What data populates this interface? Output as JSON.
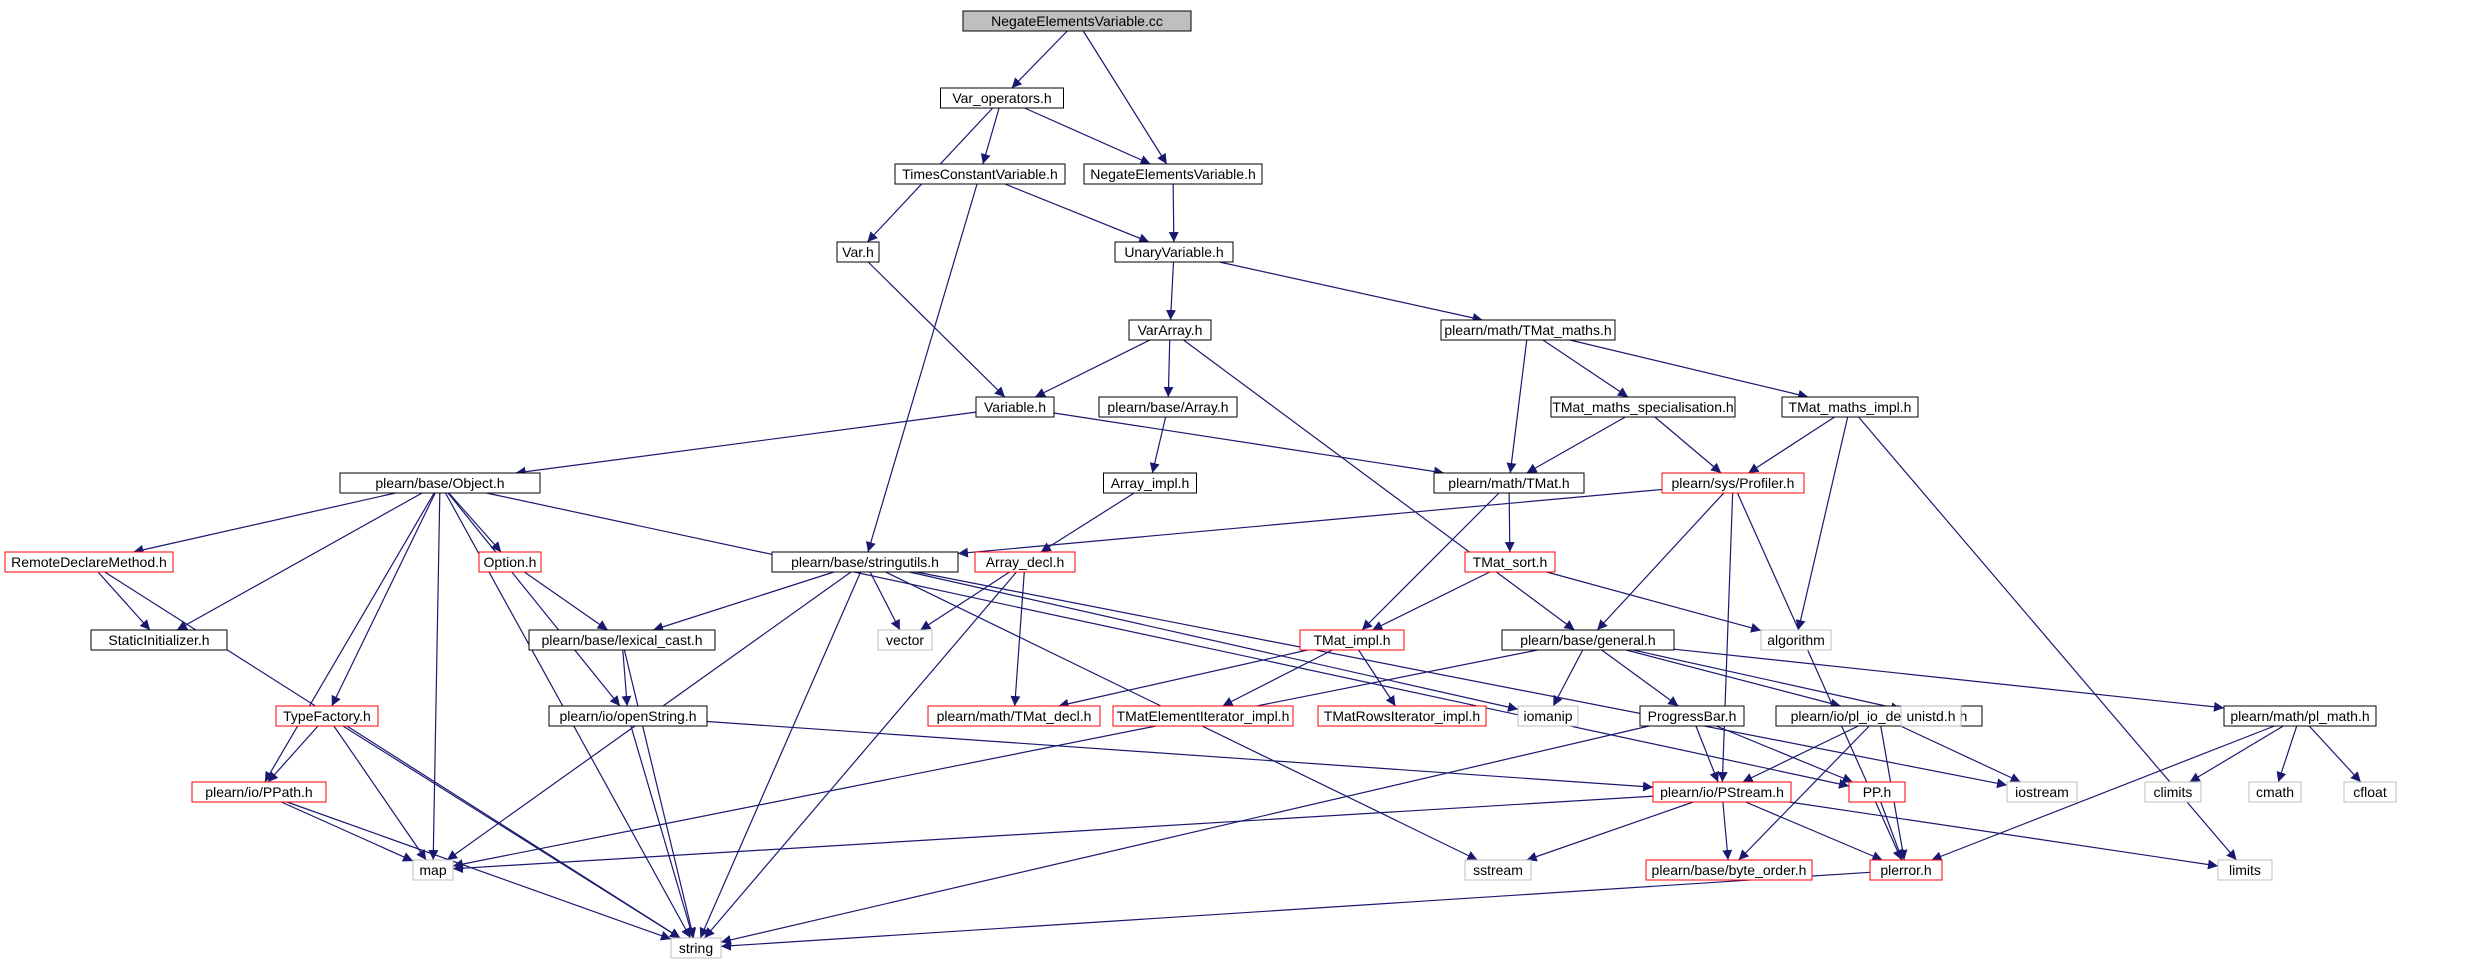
{
  "colors": {
    "edge": "#191970",
    "border_black": "#000000",
    "border_red": "#ff0000",
    "border_gray": "#bfbfbf",
    "root_fill": "#bfbfbf",
    "fill": "#ffffff",
    "text": "#000000"
  },
  "nodes": [
    {
      "id": "root",
      "label": "NegateElementsVariable.cc",
      "style": "root"
    },
    {
      "id": "varops",
      "label": "Var_operators.h",
      "style": "black"
    },
    {
      "id": "negh",
      "label": "NegateElementsVariable.h",
      "style": "black"
    },
    {
      "id": "timesconst",
      "label": "TimesConstantVariable.h",
      "style": "black"
    },
    {
      "id": "varh",
      "label": "Var.h",
      "style": "black"
    },
    {
      "id": "unary",
      "label": "UnaryVariable.h",
      "style": "black"
    },
    {
      "id": "vararray",
      "label": "VarArray.h",
      "style": "black"
    },
    {
      "id": "tmatmaths",
      "label": "plearn/math/TMat_maths.h",
      "style": "black"
    },
    {
      "id": "variable",
      "label": "Variable.h",
      "style": "black"
    },
    {
      "id": "basearray",
      "label": "plearn/base/Array.h",
      "style": "black"
    },
    {
      "id": "tmatspec",
      "label": "TMat_maths_specialisation.h",
      "style": "black"
    },
    {
      "id": "tmatimpl",
      "label": "TMat_maths_impl.h",
      "style": "black"
    },
    {
      "id": "object",
      "label": "plearn/base/Object.h",
      "style": "black"
    },
    {
      "id": "arrayimpl",
      "label": "Array_impl.h",
      "style": "black"
    },
    {
      "id": "tmath",
      "label": "plearn/math/TMat.h",
      "style": "black"
    },
    {
      "id": "profiler",
      "label": "plearn/sys/Profiler.h",
      "style": "red"
    },
    {
      "id": "remote",
      "label": "RemoteDeclareMethod.h",
      "style": "red"
    },
    {
      "id": "option",
      "label": "Option.h",
      "style": "red"
    },
    {
      "id": "stringutils",
      "label": "plearn/base/stringutils.h",
      "style": "black"
    },
    {
      "id": "arraydecl",
      "label": "Array_decl.h",
      "style": "red"
    },
    {
      "id": "tmatsort",
      "label": "TMat_sort.h",
      "style": "red"
    },
    {
      "id": "staticinit",
      "label": "StaticInitializer.h",
      "style": "black"
    },
    {
      "id": "lexical",
      "label": "plearn/base/lexical_cast.h",
      "style": "black"
    },
    {
      "id": "vector",
      "label": "vector",
      "style": "gray"
    },
    {
      "id": "general",
      "label": "plearn/base/general.h",
      "style": "black"
    },
    {
      "id": "algorithm",
      "label": "algorithm",
      "style": "gray"
    },
    {
      "id": "tmatimplh",
      "label": "TMat_impl.h",
      "style": "red"
    },
    {
      "id": "typefactory",
      "label": "TypeFactory.h",
      "style": "red"
    },
    {
      "id": "openstring",
      "label": "plearn/io/openString.h",
      "style": "black"
    },
    {
      "id": "tmatdecl",
      "label": "plearn/math/TMat_decl.h",
      "style": "red"
    },
    {
      "id": "tmatelem",
      "label": "TMatElementIterator_impl.h",
      "style": "red"
    },
    {
      "id": "tmatrows",
      "label": "TMatRowsIterator_impl.h",
      "style": "red"
    },
    {
      "id": "iomanip",
      "label": "iomanip",
      "style": "gray"
    },
    {
      "id": "progress",
      "label": "ProgressBar.h",
      "style": "black"
    },
    {
      "id": "pliodep",
      "label": "plearn/io/pl_io_deprecated.h",
      "style": "black"
    },
    {
      "id": "unistd",
      "label": "unistd.h",
      "style": "gray"
    },
    {
      "id": "plmath",
      "label": "plearn/math/pl_math.h",
      "style": "black"
    },
    {
      "id": "ppath",
      "label": "plearn/io/PPath.h",
      "style": "red"
    },
    {
      "id": "pstream",
      "label": "plearn/io/PStream.h",
      "style": "red"
    },
    {
      "id": "pph",
      "label": "PP.h",
      "style": "red"
    },
    {
      "id": "iostream",
      "label": "iostream",
      "style": "gray"
    },
    {
      "id": "climits",
      "label": "climits",
      "style": "gray"
    },
    {
      "id": "cmath",
      "label": "cmath",
      "style": "gray"
    },
    {
      "id": "cfloat",
      "label": "cfloat",
      "style": "gray"
    },
    {
      "id": "map",
      "label": "map",
      "style": "gray"
    },
    {
      "id": "sstream",
      "label": "sstream",
      "style": "gray"
    },
    {
      "id": "byteorder",
      "label": "plearn/base/byte_order.h",
      "style": "red"
    },
    {
      "id": "plerror",
      "label": "plerror.h",
      "style": "red"
    },
    {
      "id": "limits",
      "label": "limits",
      "style": "gray"
    },
    {
      "id": "string",
      "label": "string",
      "style": "gray"
    }
  ],
  "edges": [
    [
      "root",
      "varops"
    ],
    [
      "root",
      "negh"
    ],
    [
      "varops",
      "varh"
    ],
    [
      "varops",
      "timesconst"
    ],
    [
      "varops",
      "negh"
    ],
    [
      "negh",
      "unary"
    ],
    [
      "timesconst",
      "unary"
    ],
    [
      "timesconst",
      "stringutils"
    ],
    [
      "varh",
      "variable"
    ],
    [
      "unary",
      "vararray"
    ],
    [
      "unary",
      "tmatmaths"
    ],
    [
      "vararray",
      "variable"
    ],
    [
      "vararray",
      "basearray"
    ],
    [
      "vararray",
      "general"
    ],
    [
      "variable",
      "object"
    ],
    [
      "variable",
      "tmath"
    ],
    [
      "basearray",
      "arrayimpl"
    ],
    [
      "arrayimpl",
      "arraydecl"
    ],
    [
      "tmatmaths",
      "tmath"
    ],
    [
      "tmatmaths",
      "tmatspec"
    ],
    [
      "tmatmaths",
      "tmatimpl"
    ],
    [
      "tmatspec",
      "tmath"
    ],
    [
      "tmatspec",
      "profiler"
    ],
    [
      "tmatimpl",
      "profiler"
    ],
    [
      "tmatimpl",
      "algorithm"
    ],
    [
      "tmatimpl",
      "limits"
    ],
    [
      "tmath",
      "tmatsort"
    ],
    [
      "tmath",
      "tmatimplh"
    ],
    [
      "tmatsort",
      "tmatimplh"
    ],
    [
      "tmatsort",
      "algorithm"
    ],
    [
      "tmatimplh",
      "tmatdecl"
    ],
    [
      "tmatimplh",
      "tmatelem"
    ],
    [
      "tmatimplh",
      "tmatrows"
    ],
    [
      "profiler",
      "stringutils"
    ],
    [
      "profiler",
      "general"
    ],
    [
      "profiler",
      "pstream"
    ],
    [
      "profiler",
      "plerror"
    ],
    [
      "object",
      "remote"
    ],
    [
      "object",
      "staticinit"
    ],
    [
      "object",
      "option"
    ],
    [
      "object",
      "typefactory"
    ],
    [
      "object",
      "ppath"
    ],
    [
      "object",
      "map"
    ],
    [
      "object",
      "openstring"
    ],
    [
      "object",
      "string"
    ],
    [
      "object",
      "pph"
    ],
    [
      "remote",
      "staticinit"
    ],
    [
      "remote",
      "string"
    ],
    [
      "option",
      "lexical"
    ],
    [
      "stringutils",
      "lexical"
    ],
    [
      "stringutils",
      "vector"
    ],
    [
      "stringutils",
      "map"
    ],
    [
      "stringutils",
      "string"
    ],
    [
      "stringutils",
      "sstream"
    ],
    [
      "stringutils",
      "iomanip"
    ],
    [
      "stringutils",
      "iostream"
    ],
    [
      "arraydecl",
      "vector"
    ],
    [
      "arraydecl",
      "tmatdecl"
    ],
    [
      "arraydecl",
      "string"
    ],
    [
      "lexical",
      "openstring"
    ],
    [
      "lexical",
      "string"
    ],
    [
      "openstring",
      "pstream"
    ],
    [
      "openstring",
      "string"
    ],
    [
      "typefactory",
      "ppath"
    ],
    [
      "typefactory",
      "map"
    ],
    [
      "typefactory",
      "string"
    ],
    [
      "ppath",
      "map"
    ],
    [
      "ppath",
      "string"
    ],
    [
      "general",
      "iomanip"
    ],
    [
      "general",
      "progress"
    ],
    [
      "general",
      "pliodep"
    ],
    [
      "general",
      "unistd"
    ],
    [
      "general",
      "plmath"
    ],
    [
      "general",
      "map"
    ],
    [
      "progress",
      "pstream"
    ],
    [
      "progress",
      "pph"
    ],
    [
      "progress",
      "string"
    ],
    [
      "pliodep",
      "pstream"
    ],
    [
      "pliodep",
      "iostream"
    ],
    [
      "pliodep",
      "byteorder"
    ],
    [
      "pliodep",
      "plerror"
    ],
    [
      "plmath",
      "climits"
    ],
    [
      "plmath",
      "cmath"
    ],
    [
      "plmath",
      "cfloat"
    ],
    [
      "plmath",
      "plerror"
    ],
    [
      "pstream",
      "map"
    ],
    [
      "pstream",
      "sstream"
    ],
    [
      "pstream",
      "byteorder"
    ],
    [
      "pstream",
      "plerror"
    ],
    [
      "pstream",
      "limits"
    ],
    [
      "pph",
      "plerror"
    ],
    [
      "plerror",
      "string"
    ]
  ]
}
